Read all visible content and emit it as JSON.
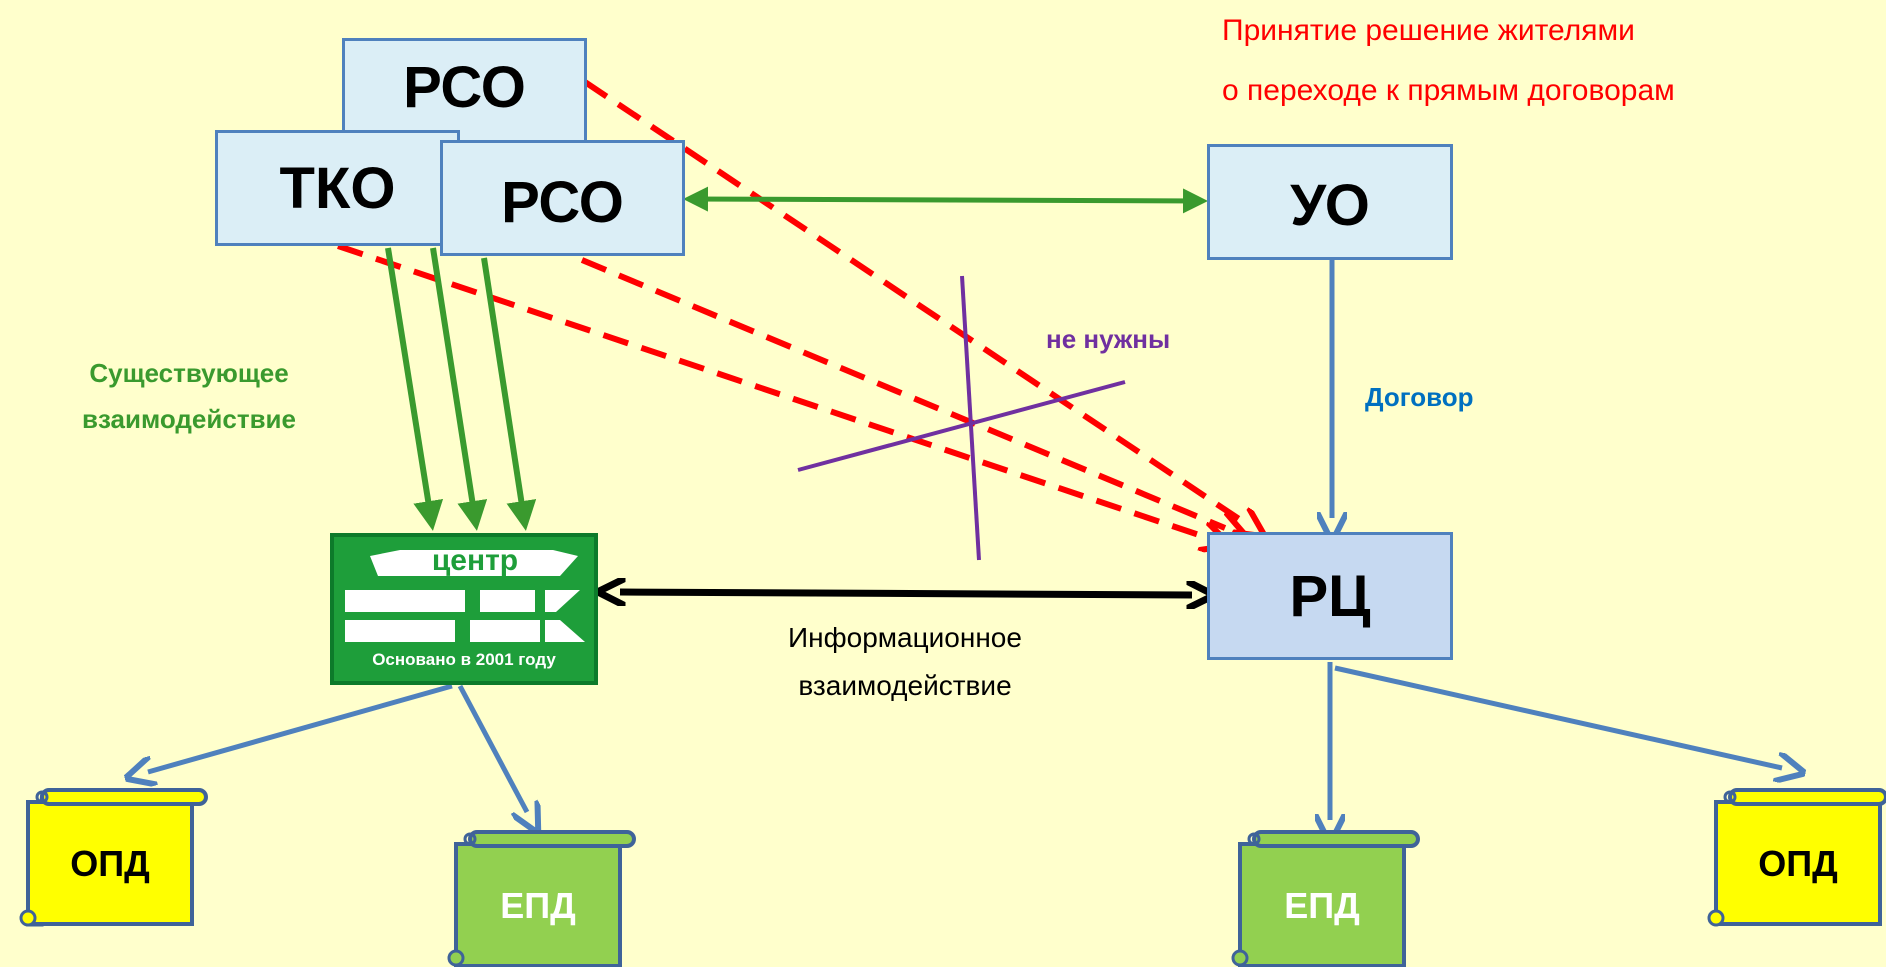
{
  "header": {
    "line1": "Принятие решение жителями",
    "line2": "о переходе к прямым договорам",
    "color": "#ff0000"
  },
  "nodes": {
    "rso_back": "РСО",
    "tko": "ТКО",
    "rso_front": "РСО",
    "uo": "УО",
    "rc": "РЦ"
  },
  "logo": {
    "word": "центр",
    "caption": "Основано в 2001 году",
    "color": "#1e9e3a"
  },
  "labels": {
    "existing": [
      "Существующее",
      "взаимодействие"
    ],
    "not_needed": "не нужны",
    "contract": "Договор",
    "info": [
      "Информационное",
      "взаимодействие"
    ]
  },
  "documents": {
    "opd_left": "ОПД",
    "epd_left": "ЕПД",
    "epd_right": "ЕПД",
    "opd_right": "ОПД"
  },
  "colors": {
    "green_arrow": "#3a9a2e",
    "blue_arrow": "#4f81bd",
    "red_dash": "#ff0000",
    "purple": "#7030a0",
    "contract_text": "#0070c0",
    "opd_fill": "#ffff00",
    "epd_fill": "#92d050"
  }
}
